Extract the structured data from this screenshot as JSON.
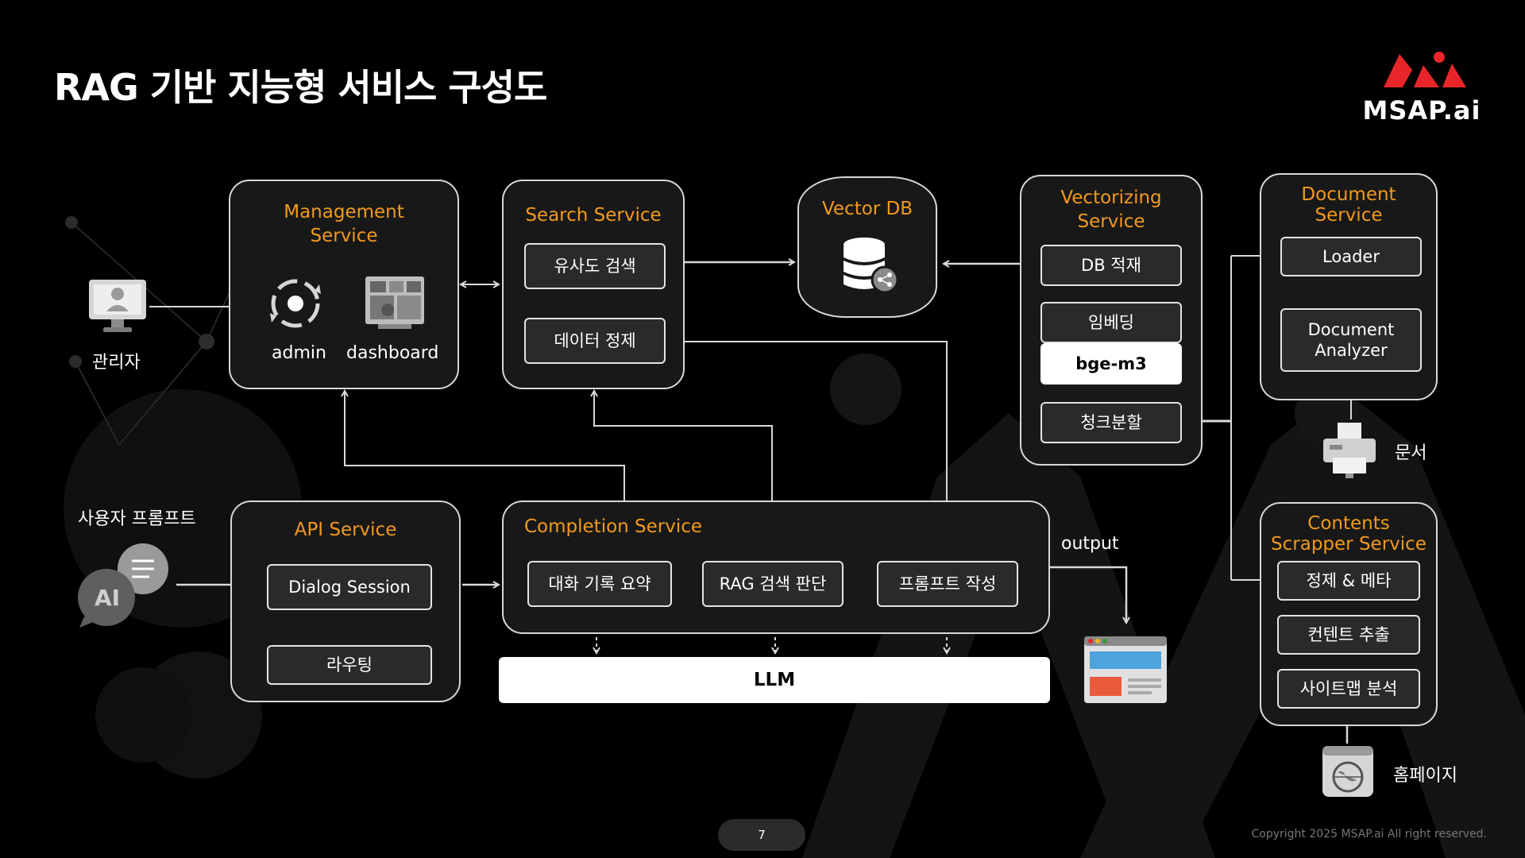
{
  "title": "RAG 기반 지능형 서비스 구성도",
  "logo": {
    "text": "MSAP.ai"
  },
  "colors": {
    "accent": "#f29a1d",
    "panel_border": "#d8d8d8",
    "logo_red": "#e8262a"
  },
  "actors": {
    "admin": "관리자",
    "user_prompt": "사용자 프롬프트",
    "ai_badge": "AI",
    "document": "문서",
    "homepage": "홈페이지",
    "output": "output"
  },
  "management": {
    "title_line1": "Management",
    "title_line2": "Service",
    "admin_label": "admin",
    "dashboard_label": "dashboard"
  },
  "search": {
    "title": "Search Service",
    "similarity": "유사도 검색",
    "refine": "데이터 정제"
  },
  "vector_db": {
    "title": "Vector DB"
  },
  "vectorizing": {
    "title_line1": "Vectorizing",
    "title_line2": "Service",
    "db_load": "DB 적재",
    "embedding": "임베딩",
    "model": "bge-m3",
    "chunk": "청크분할"
  },
  "document_service": {
    "title_line1": "Document",
    "title_line2": "Service",
    "loader": "Loader",
    "analyzer_line1": "Document",
    "analyzer_line2": "Analyzer"
  },
  "api": {
    "title": "API Service",
    "dialog": "Dialog Session",
    "routing": "라우팅"
  },
  "completion": {
    "title": "Completion Service",
    "summary": "대화 기록 요약",
    "rag_decision": "RAG 검색 판단",
    "prompt_build": "프롬프트 작성"
  },
  "llm": "LLM",
  "scrapper": {
    "title_line1": "Contents",
    "title_line2": "Scrapper Service",
    "refine_meta": "정제 & 메타",
    "extract": "컨텐트 추출",
    "sitemap": "사이트맵 분석"
  },
  "footer": {
    "page": "7",
    "copyright": "Copyright 2025 MSAP.ai All right reserved."
  }
}
